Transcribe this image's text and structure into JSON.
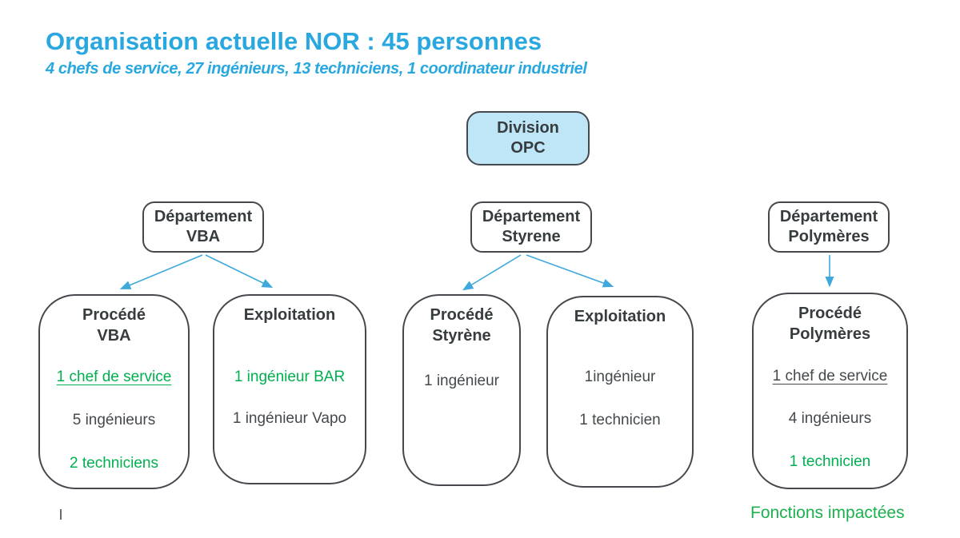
{
  "slide": {
    "title": "Organisation actuelle NOR : 45 personnes",
    "subtitle": "4 chefs de service, 27 ingénieurs, 13 techniciens, 1 coordinateur industriel",
    "legend": "Fonctions impactées"
  },
  "colors": {
    "accent_blue": "#29A8E0",
    "impacted_green": "#00B050",
    "box_border": "#45494D",
    "opc_fill": "#BFE6F7",
    "connector_blue": "#3FA9DC",
    "text_dark": "#44494C"
  },
  "org": {
    "division_opc": {
      "lines": [
        "Division",
        "OPC"
      ]
    },
    "departments": [
      {
        "id": "vba",
        "lines": [
          "Département",
          "VBA"
        ]
      },
      {
        "id": "styrene",
        "lines": [
          "Département",
          "Styrene"
        ]
      },
      {
        "id": "polymeres",
        "lines": [
          "Département",
          "Polymères"
        ]
      }
    ],
    "units": {
      "procede_vba": {
        "title_lines": [
          "Procédé",
          "VBA"
        ],
        "items": [
          {
            "text": "1 chef de service",
            "impacted": true,
            "underlined": true
          },
          {
            "text": "5 ingénieurs",
            "impacted": false,
            "underlined": false
          },
          {
            "text": "2 techniciens",
            "impacted": true,
            "underlined": false
          }
        ]
      },
      "exploitation_vba": {
        "title_lines": [
          "Exploitation"
        ],
        "items": [
          {
            "text": "1 ingénieur BAR",
            "impacted": true,
            "underlined": false
          },
          {
            "text": "1 ingénieur Vapo",
            "impacted": false,
            "underlined": false
          }
        ]
      },
      "procede_styrene": {
        "title_lines": [
          "Procédé",
          "Styrène"
        ],
        "items": [
          {
            "text": "1 ingénieur",
            "impacted": false,
            "underlined": false
          }
        ]
      },
      "exploitation_styrene": {
        "title_lines": [
          "Exploitation"
        ],
        "items": [
          {
            "text": "1ingénieur",
            "impacted": false,
            "underlined": false
          },
          {
            "text": "1 technicien",
            "impacted": false,
            "underlined": false
          }
        ]
      },
      "procede_polymeres": {
        "title_lines": [
          "Procédé",
          "Polymères"
        ],
        "items": [
          {
            "text": "1 chef de service",
            "impacted": false,
            "underlined": true
          },
          {
            "text": "4 ingénieurs",
            "impacted": false,
            "underlined": false
          },
          {
            "text": "1 technicien",
            "impacted": true,
            "underlined": false
          }
        ]
      }
    }
  }
}
